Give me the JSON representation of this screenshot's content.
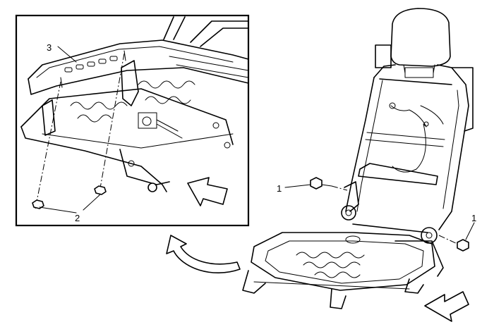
{
  "callouts": {
    "fastener_right": "1",
    "fastener_left": "1",
    "nuts": "2",
    "frame_part": "3"
  }
}
